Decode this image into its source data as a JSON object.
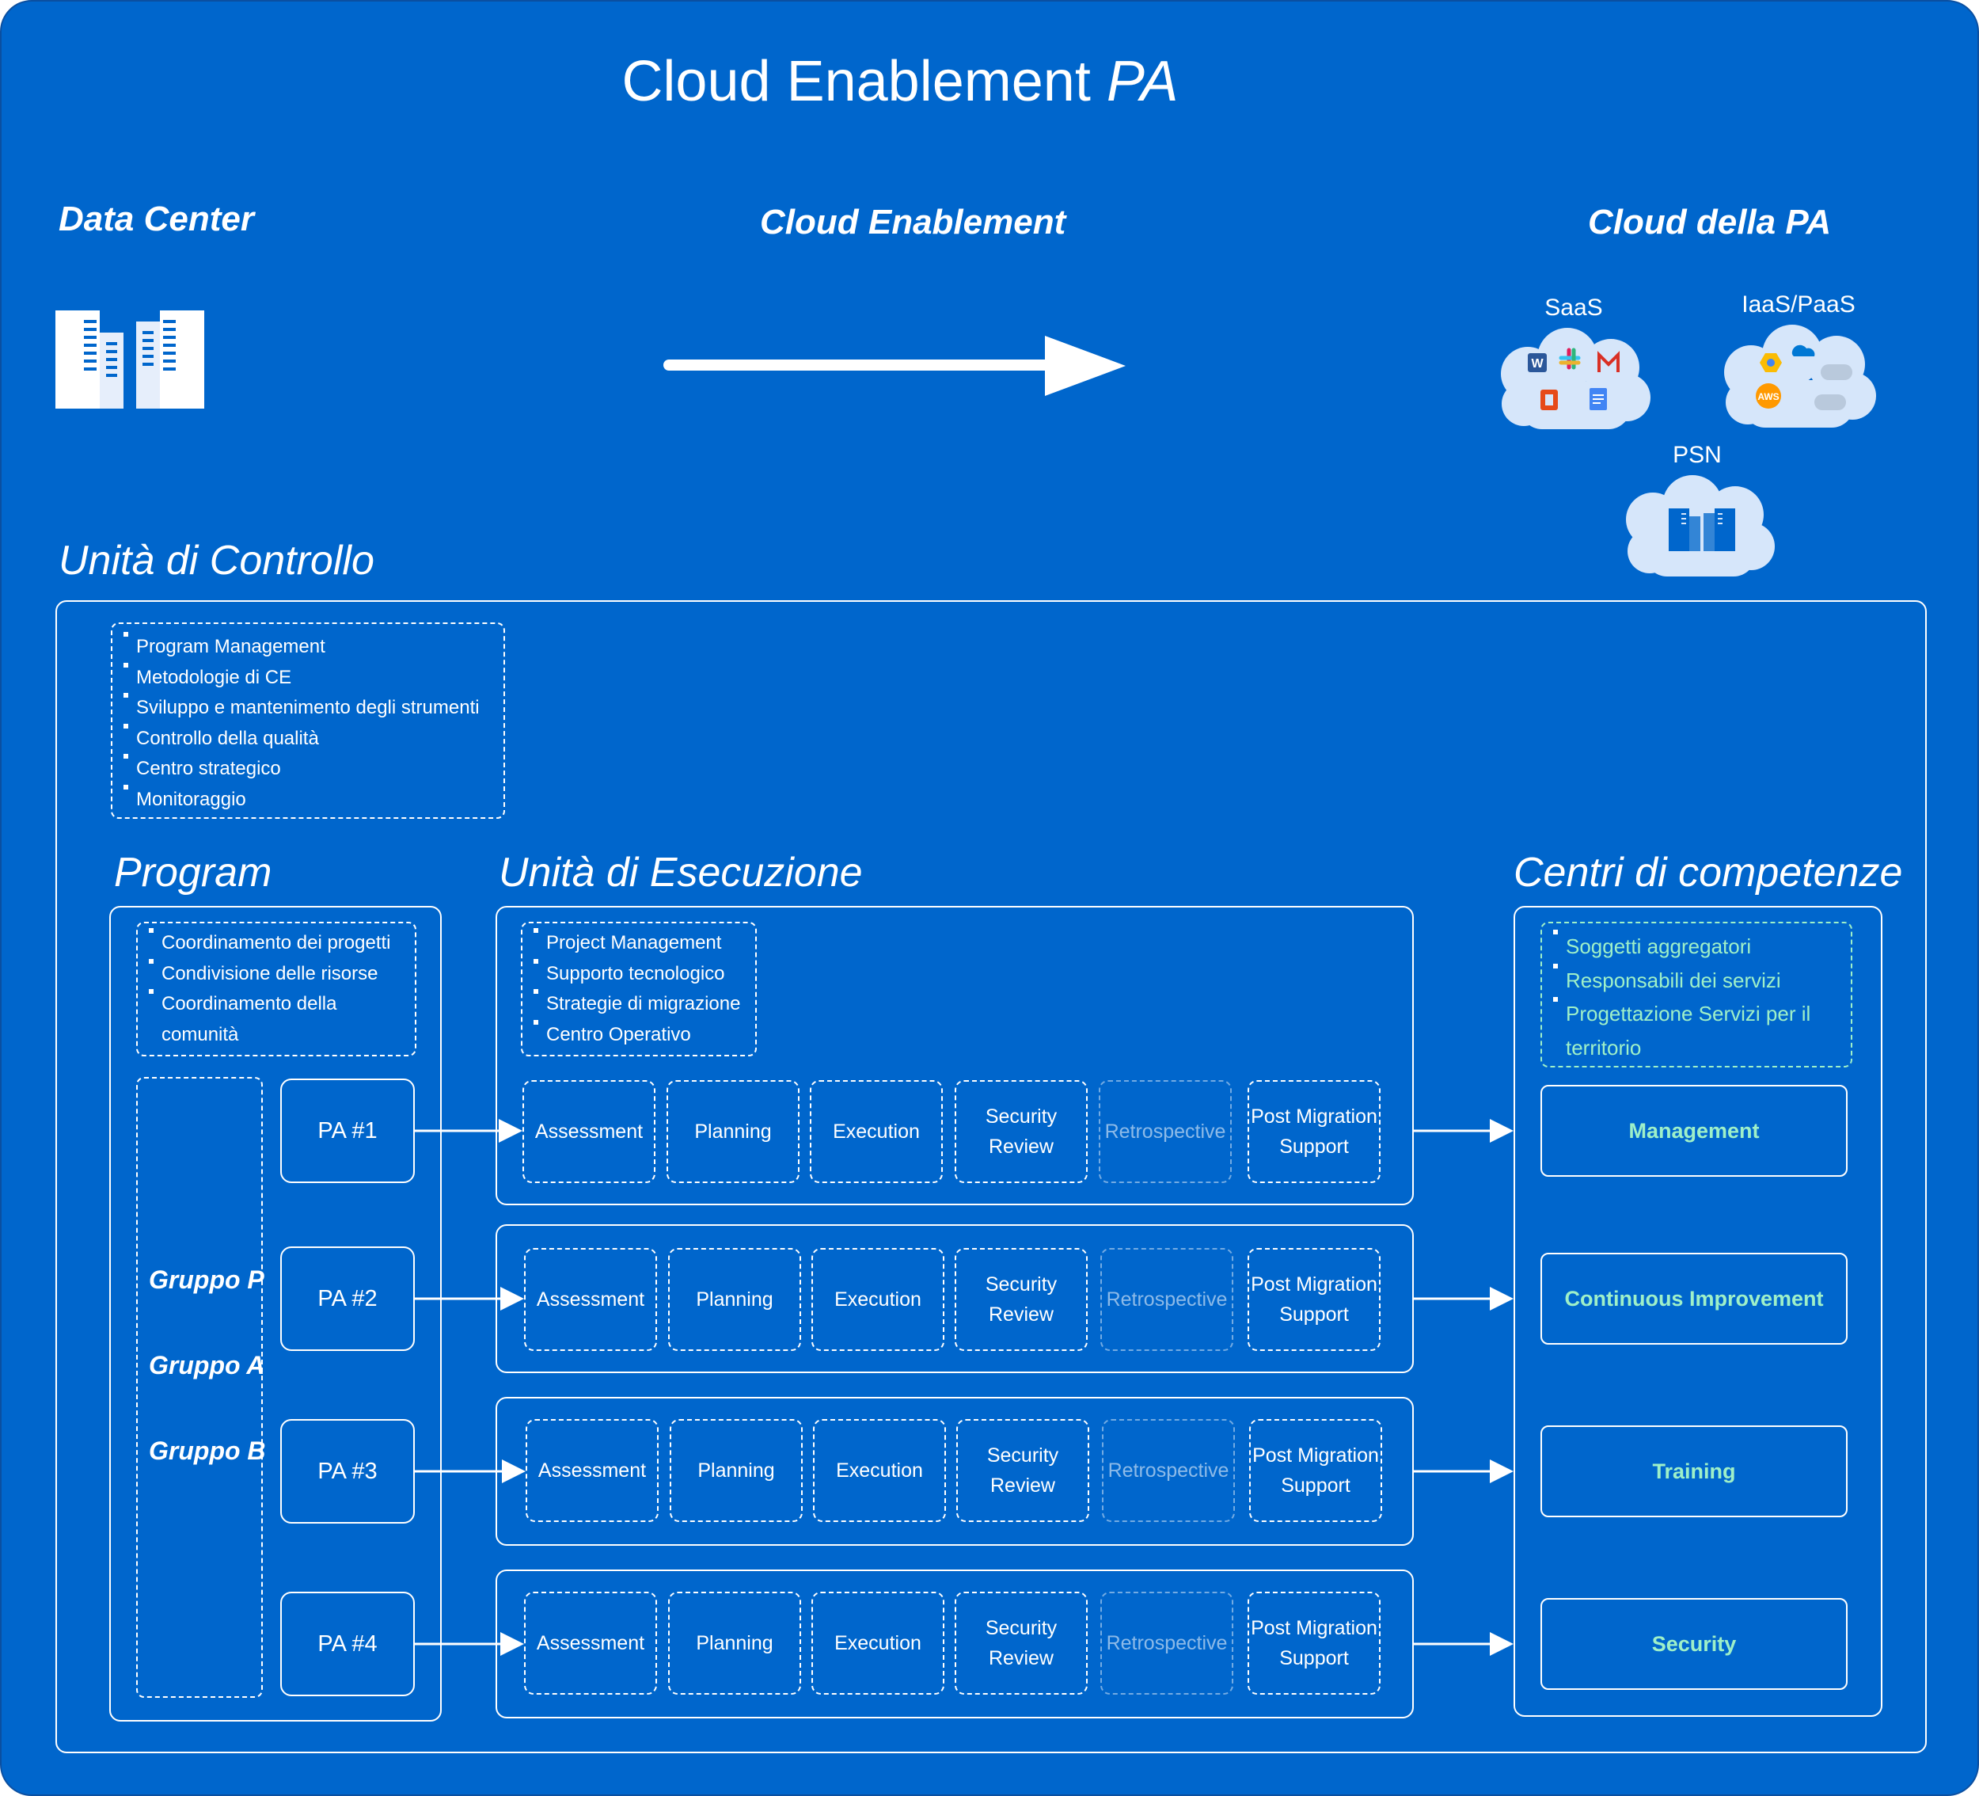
{
  "title": {
    "main": "Cloud Enablement",
    "italic": "PA"
  },
  "headers": {
    "data_center": "Data Center",
    "cloud_enablement": "Cloud Enablement",
    "cloud_della_pa": "Cloud della PA"
  },
  "clouds": {
    "saas": "SaaS",
    "iaas_paas": "IaaS/PaaS",
    "psn": "PSN",
    "aws": "AWS"
  },
  "controllo": {
    "title": "Unità di Controllo",
    "items": [
      "Program Management",
      "Metodologie di CE",
      "Sviluppo e mantenimento degli strumenti",
      "Controllo della qualità",
      "Centro strategico",
      "Monitoraggio"
    ]
  },
  "program": {
    "title": "Program",
    "items": [
      "Coordinamento dei progetti",
      "Condivisione delle risorse",
      "Coordinamento della comunità"
    ],
    "groups": [
      "Gruppo P",
      "Gruppo A",
      "Gruppo B"
    ],
    "pa": [
      "PA #1",
      "PA  #2",
      "PA  #3",
      "PA  #4"
    ]
  },
  "esecuzione": {
    "title": "Unità di Esecuzione",
    "items": [
      "Project Management",
      "Supporto tecnologico",
      "Strategie di migrazione",
      "Centro Operativo"
    ],
    "stages": [
      "Assessment",
      "Planning",
      "Execution",
      "Security Review",
      "Retrospective",
      "Post Migration Support"
    ]
  },
  "competenze": {
    "title": "Centri di competenze",
    "items": [
      "Soggetti aggregatori",
      "Responsabili dei servizi",
      "Progettazione Servizi per il territorio"
    ],
    "centers": [
      "Management",
      "Continuous Improvement",
      "Training",
      "Security"
    ]
  },
  "colors": {
    "background": "#0066cc",
    "accent_green": "#9ef0c8",
    "line": "#ffffff"
  }
}
